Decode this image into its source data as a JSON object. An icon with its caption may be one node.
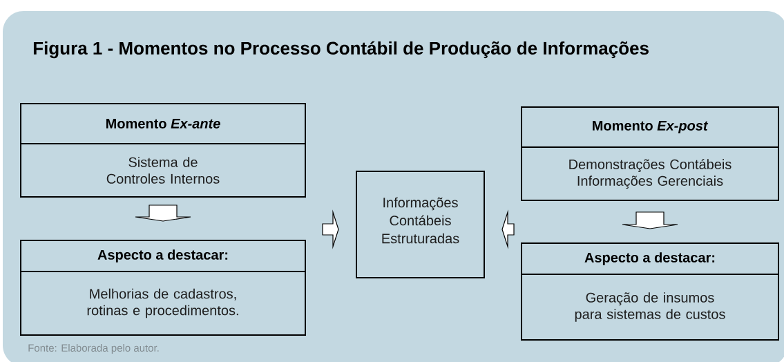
{
  "diagram": {
    "title": "Figura 1 - Momentos no Processo Contábil de Produção de Informações",
    "nodes": [
      {
        "text": [
          "Momento *Ex-ante*",
          "Sistema de Controles Internos"
        ]
      },
      {
        "text": [
          "Aspecto a destacar:",
          "Melhorias de cadastros, rotinas e procedimentos."
        ]
      },
      {
        "text": [
          "Informações Contábeis Estruturadas"
        ]
      },
      {
        "text": [
          "Momento *Ex-post*",
          "Demonstrações Contábeis Informações Gerenciais"
        ]
      },
      {
        "text": [
          "Aspecto a destacar:",
          "Geração de insumos para sistemas de custos"
        ]
      }
    ],
    "edges": [
      {
        "from": 0,
        "to": 1,
        "arrow": "to"
      },
      {
        "from": null,
        "to": 2,
        "arrow": "to"
      },
      {
        "from": null,
        "to": 2,
        "arrow": "to"
      },
      {
        "from": 3,
        "to": 4,
        "arrow": "to"
      }
    ],
    "labels": [
      "Fonte: Elaborada pelo autor."
    ]
  }
}
